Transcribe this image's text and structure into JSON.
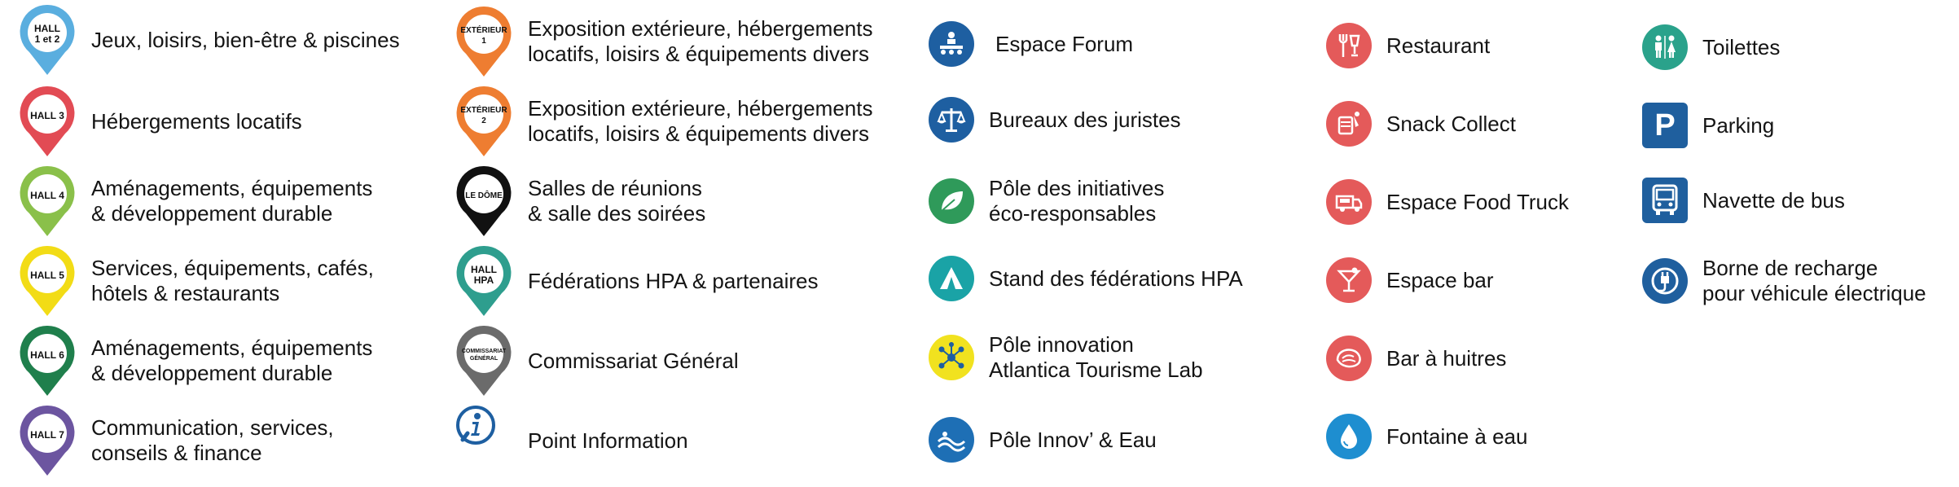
{
  "colors": {
    "hall12": "#5aaedf",
    "hall3": "#e24b54",
    "hall4": "#8ac04a",
    "hall5": "#f2dc16",
    "hall6": "#1f7f4c",
    "hall7": "#6c55a0",
    "exterieur": "#ee7d31",
    "dome": "#111111",
    "hpa": "#2e9e8e",
    "commissariat": "#6b6b6b",
    "blue_service": "#1e5fa1",
    "teal_service": "#1aa3a6",
    "red_service": "#e45a5a",
    "parking_blue": "#1f5f9e"
  },
  "halls": [
    {
      "pin": "HALL\n1 et 2",
      "label": "Jeux, loisirs, bien-être & piscines",
      "color": "hall12"
    },
    {
      "pin": "HALL 3",
      "label": "Hébergements locatifs",
      "color": "hall3"
    },
    {
      "pin": "HALL 4",
      "label": "Aménagements,  équipements\n& développement durable",
      "color": "hall4"
    },
    {
      "pin": "HALL 5",
      "label": "Services, équipements, cafés,\nhôtels & restaurants",
      "color": "hall5"
    },
    {
      "pin": "HALL 6",
      "label": "Aménagements,  équipements\n& développement durable",
      "color": "hall6"
    },
    {
      "pin": "HALL 7",
      "label": "Communication, services,\nconseils & finance",
      "color": "hall7"
    }
  ],
  "zones": [
    {
      "pin": "EXTÉRIEUR\n1",
      "label": "Exposition extérieure, hébergements\nlocatifs, loisirs & équipements divers",
      "color": "exterieur"
    },
    {
      "pin": "EXTÉRIEUR\n2",
      "label": "Exposition extérieure, hébergements\nlocatifs, loisirs & équipements divers",
      "color": "exterieur"
    },
    {
      "pin": "LE DÔME",
      "label": "Salles de réunions\n& salle des soirées",
      "color": "dome"
    },
    {
      "pin": "HALL\nHPA",
      "label": "Fédérations HPA & partenaires",
      "color": "hpa"
    },
    {
      "pin": "COMMISSARIAT\nGÉNÉRAL",
      "label": "Commissariat Général",
      "color": "commissariat"
    },
    {
      "icon": "info-icon",
      "label": "Point Information"
    }
  ],
  "spaces": [
    {
      "icon": "forum-icon",
      "label": "Espace Forum"
    },
    {
      "icon": "scales-icon",
      "label": "Bureaux des juristes"
    },
    {
      "icon": "leaf-icon",
      "label": "Pôle des initiatives\néco-responsables"
    },
    {
      "icon": "tent-icon",
      "label": "Stand des fédérations HPA"
    },
    {
      "icon": "network-icon",
      "label": "Pôle innovation\nAtlantica Tourisme Lab"
    },
    {
      "icon": "wave-icon",
      "label": "Pôle Innov’ & Eau"
    }
  ],
  "food": [
    {
      "icon": "cutlery-icon",
      "label": "Restaurant"
    },
    {
      "icon": "snack-icon",
      "label": "Snack Collect"
    },
    {
      "icon": "food-truck-icon",
      "label": "Espace Food Truck"
    },
    {
      "icon": "cocktail-icon",
      "label": "Espace bar"
    },
    {
      "icon": "oyster-icon",
      "label": "Bar à huitres"
    },
    {
      "icon": "water-drop-icon",
      "label": "Fontaine à eau"
    }
  ],
  "utilities": [
    {
      "icon": "toilets-icon",
      "label": "Toilettes"
    },
    {
      "icon": "parking-icon",
      "label": "Parking",
      "glyph": "P"
    },
    {
      "icon": "bus-icon",
      "label": "Navette de bus"
    },
    {
      "icon": "ev-charger-icon",
      "label": "Borne de recharge\npour véhicule électrique"
    }
  ]
}
